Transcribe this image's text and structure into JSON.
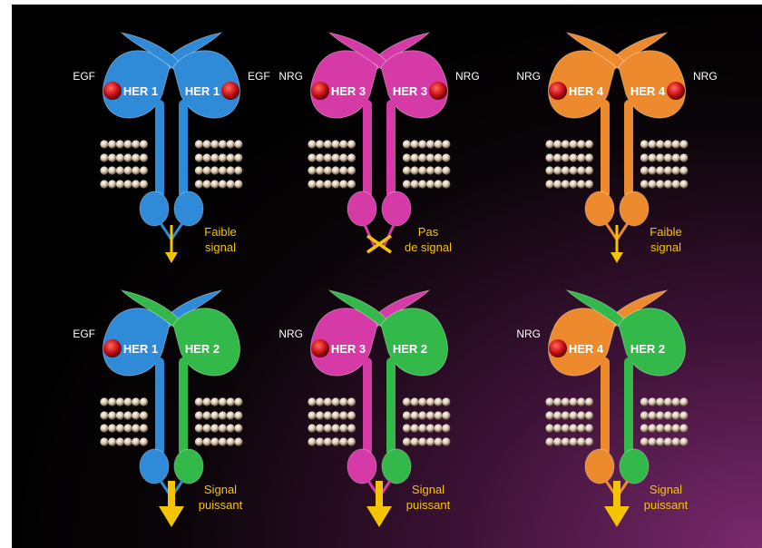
{
  "panels": [
    {
      "left": {
        "label": "HER 1",
        "color": "#2f8bd8",
        "ligand": "EGF"
      },
      "right": {
        "label": "HER 1",
        "color": "#2f8bd8",
        "ligand": "EGF"
      },
      "signal": [
        "Faible",
        "signal"
      ],
      "signal_type": "weak"
    },
    {
      "left": {
        "label": "HER 3",
        "color": "#d63aa6",
        "ligand": "NRG"
      },
      "right": {
        "label": "HER 3",
        "color": "#d63aa6",
        "ligand": "NRG"
      },
      "signal": [
        "Pas",
        "de signal"
      ],
      "signal_type": "none"
    },
    {
      "left": {
        "label": "HER 4",
        "color": "#ee8a2e",
        "ligand": "NRG"
      },
      "right": {
        "label": "HER 4",
        "color": "#ee8a2e",
        "ligand": "NRG"
      },
      "signal": [
        "Faible",
        "signal"
      ],
      "signal_type": "weak"
    },
    {
      "left": {
        "label": "HER 1",
        "color": "#2f8bd8",
        "ligand": "EGF"
      },
      "right": {
        "label": "HER 2",
        "color": "#33b84a",
        "ligand": ""
      },
      "signal": [
        "Signal",
        "puissant"
      ],
      "signal_type": "strong"
    },
    {
      "left": {
        "label": "HER 3",
        "color": "#d63aa6",
        "ligand": "NRG"
      },
      "right": {
        "label": "HER 2",
        "color": "#33b84a",
        "ligand": ""
      },
      "signal": [
        "Signal",
        "puissant"
      ],
      "signal_type": "strong"
    },
    {
      "left": {
        "label": "HER 4",
        "color": "#ee8a2e",
        "ligand": "NRG"
      },
      "right": {
        "label": "HER 2",
        "color": "#33b84a",
        "ligand": ""
      },
      "signal": [
        "Signal",
        "puissant"
      ],
      "signal_type": "strong"
    }
  ],
  "colors": {
    "ligand": "#c81018",
    "signal": "#f5c400",
    "membrane": "#e8d8c0"
  }
}
